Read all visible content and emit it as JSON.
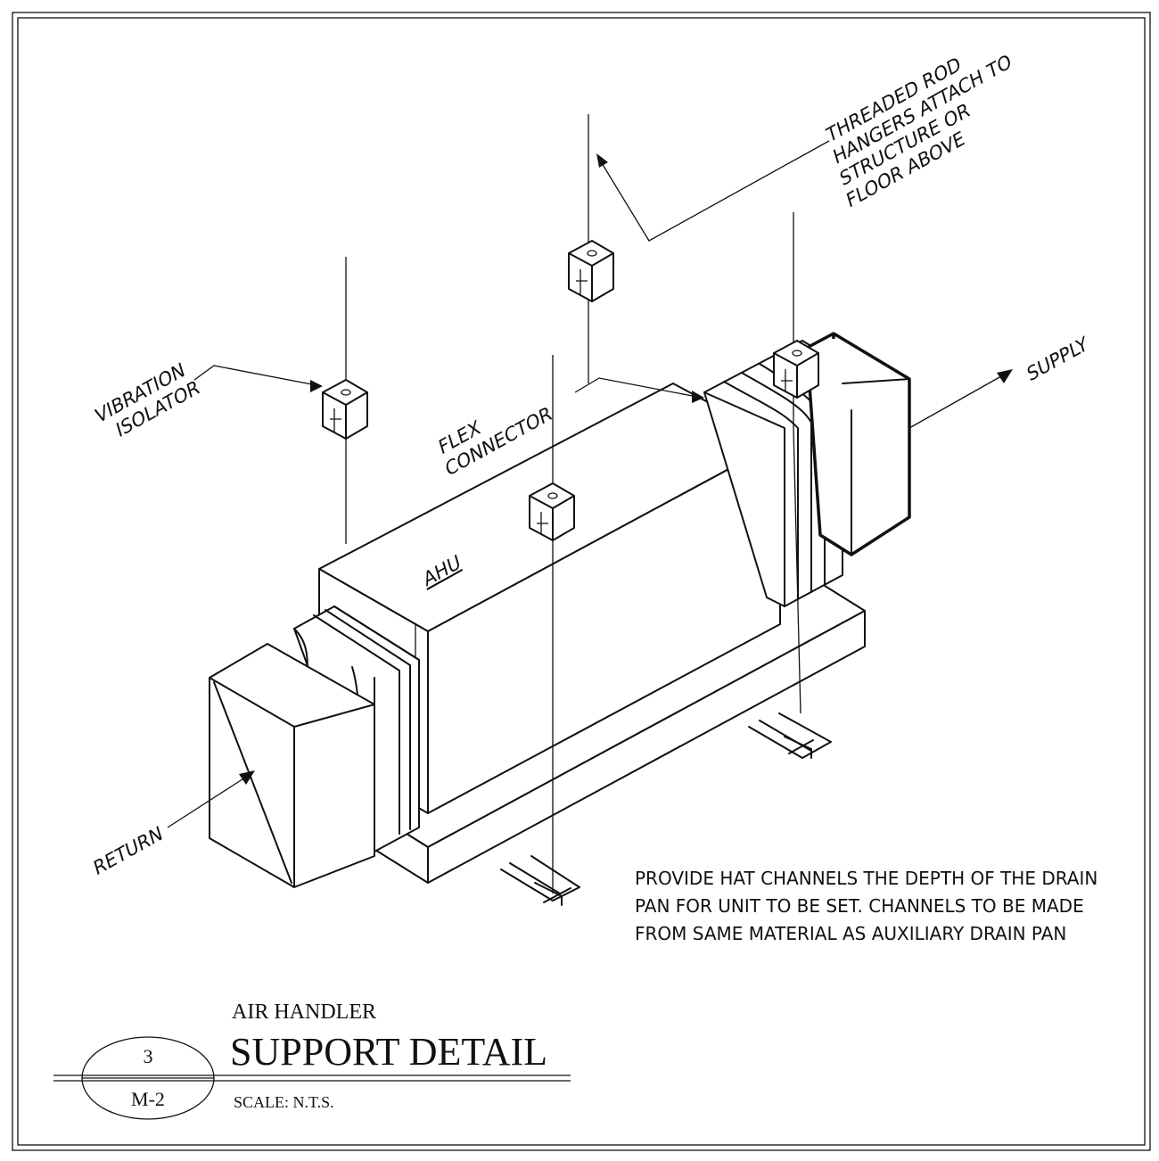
{
  "labels": {
    "threaded_rod": [
      "THREADED ROD",
      "HANGERS ATTACH TO",
      "STRUCTURE OR",
      "FLOOR ABOVE"
    ],
    "vibration_isolator": [
      "VIBRATION",
      "ISOLATOR"
    ],
    "flex_connector": [
      "FLEX",
      "CONNECTOR"
    ],
    "ahu": "AHU",
    "supply": "SUPPLY",
    "return": "RETURN"
  },
  "note": [
    "PROVIDE HAT CHANNELS THE DEPTH OF THE DRAIN",
    "PAN FOR UNIT TO BE SET. CHANNELS TO BE MADE",
    "FROM SAME MATERIAL AS AUXILIARY DRAIN PAN"
  ],
  "title_block": {
    "detail_number": "3",
    "sheet_number": "M-2",
    "subtitle": "AIR HANDLER",
    "title": "SUPPORT DETAIL",
    "scale": "SCALE: N.T.S."
  }
}
